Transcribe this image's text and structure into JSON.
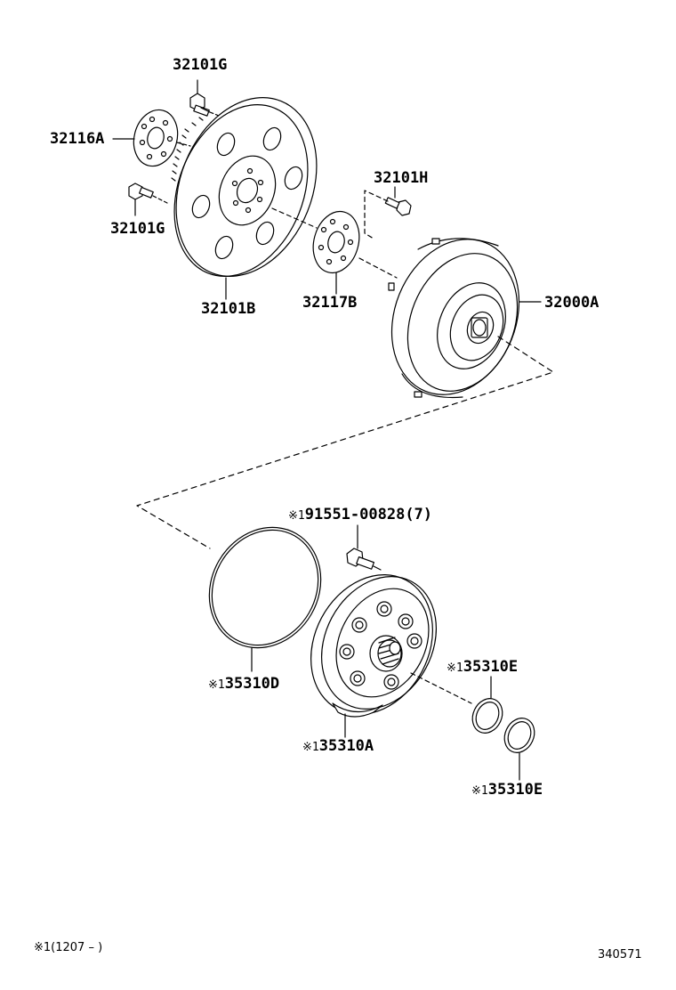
{
  "parts": {
    "bolt_upper": "32101G",
    "plate_front": "32116A",
    "bolt_lower": "32101G",
    "drive_plate": "32101B",
    "bolt_converter": "32101H",
    "plate_rear": "32117B",
    "torque_converter": "32000A",
    "pump_bolt_mark": "※1",
    "pump_bolt": "91551-00828(7)",
    "o_ring_mark": "※1",
    "o_ring": "35310D",
    "pump_body_mark": "※1",
    "pump_body": "35310A",
    "seal_ring_1_mark": "※1",
    "seal_ring_1": "35310E",
    "seal_ring_2_mark": "※1",
    "seal_ring_2": "35310E"
  },
  "footnote": {
    "mark": "※1",
    "text": "(1207 –        )"
  },
  "diagram_number": "340571",
  "colors": {
    "line": "#000000",
    "background": "#ffffff"
  }
}
